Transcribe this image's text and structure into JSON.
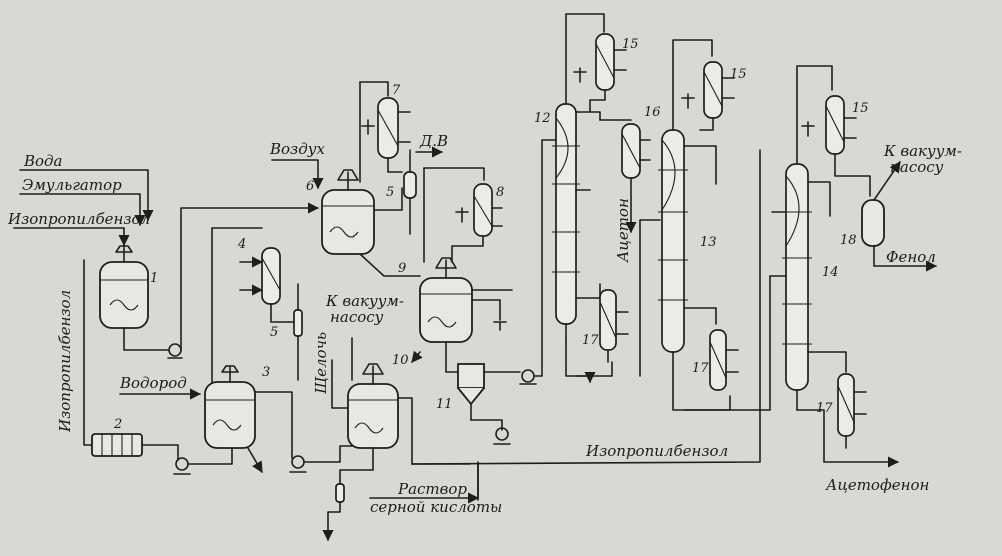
{
  "colors": {
    "paper": "#d9d9d3",
    "ink": "#1e1e1e"
  },
  "labels": {
    "voda": "Вода",
    "emulgator": "Эмульгатор",
    "izopropilbenzol_in": "Изопропилбензол",
    "izopropilbenzol_vert": "Изопропилбензол",
    "vodorod": "Водород",
    "vozduh": "Воздух",
    "dv": "Д.В",
    "k_vakuum_1_a": "К вакуум-",
    "k_vakuum_1_b": "насосу",
    "shcheloch": "Щелочь",
    "acetone": "Ацетон",
    "k_vakuum_2_a": "К вакуум-",
    "k_vakuum_2_b": "насосу",
    "phenol": "Фенол",
    "izopropilbenzol_bottom": "Изопропилбензол",
    "rastvor_a": "Раствор",
    "rastvor_b": "серной кислоты",
    "acetophenone": "Ацетофенон"
  },
  "numbers": {
    "n1": "1",
    "n2": "2",
    "n3": "3",
    "n4": "4",
    "n5a": "5",
    "n5b": "5",
    "n6": "6",
    "n7": "7",
    "n8": "8",
    "n9": "9",
    "n10": "10",
    "n11": "11",
    "n12": "12",
    "n13": "13",
    "n14": "14",
    "n15a": "15",
    "n15b": "15",
    "n15c": "15",
    "n16": "16",
    "n17a": "17",
    "n17b": "17",
    "n17c": "17",
    "n18": "18"
  }
}
